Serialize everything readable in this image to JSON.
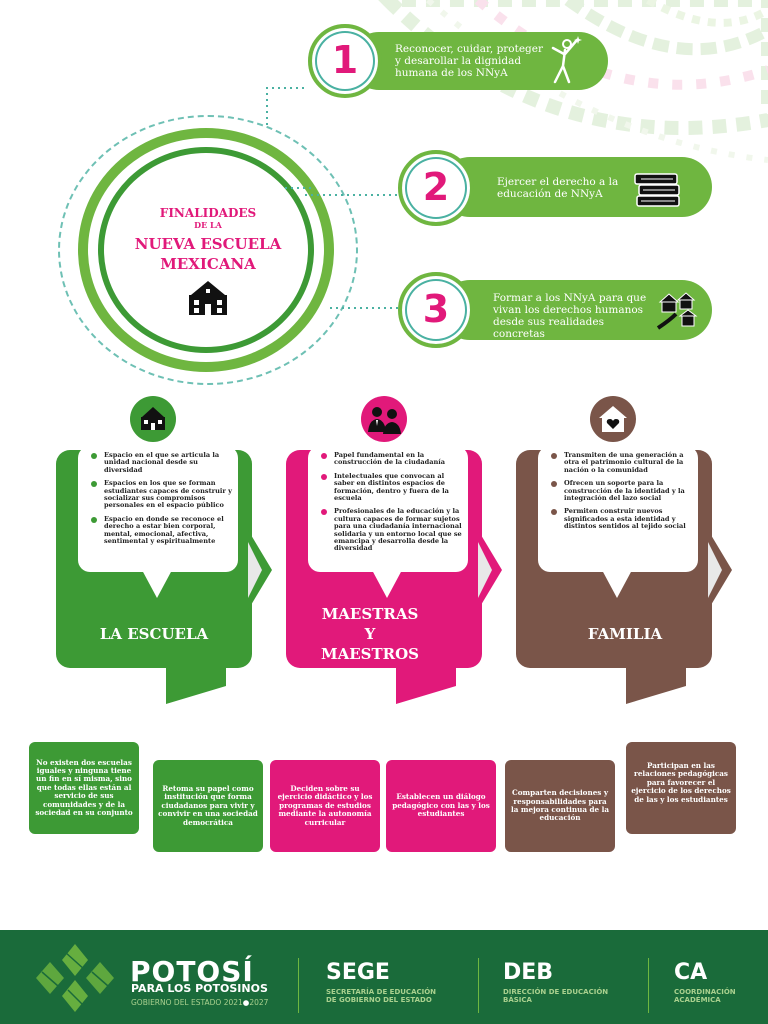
{
  "title": {
    "line1": "FINALIDADES",
    "line2": "DE LA",
    "line3": "NUEVA ESCUELA",
    "line4": "MEXICANA"
  },
  "finalidades": [
    {
      "number": "1",
      "text": "Reconocer, cuidar, proteger y desarollar la dignidad humana de los NNyA",
      "icon": "celebrating-person-icon"
    },
    {
      "number": "2",
      "text": "Ejercer el derecho a la educación de NNyA",
      "icon": "books-stack-icon"
    },
    {
      "number": "3",
      "text": "Formar a los NNyA para que vivan los derechos humanos desde sus realidades concretas",
      "icon": "community-houses-icon"
    }
  ],
  "columns": [
    {
      "title": "LA ESCUELA",
      "color": "#3d9a35",
      "icon": "school-building-icon",
      "items": [
        "Espacio en el que se articula la unidad nacional desde su diversidad",
        "Espacios en los que se forman estudiantes capaces de construir y socializar sus compromisos personales en el espacio público",
        "Espacio en donde se reconoce el derecho a estar bien corporal, mental, emocional, afectiva, sentimental y espiritualmente"
      ]
    },
    {
      "title_line1": "MAESTRAS",
      "title_line2": "Y",
      "title_line3": "MAESTROS",
      "color": "#e1197a",
      "icon": "teachers-icon",
      "items": [
        "Papel fundamental en la construcción de la ciudadanía",
        "Intelectuales que convocan al saber en distintos espacios de formación, dentro y fuera de la escuela",
        "Profesionales de la educación y la cultura capaces de formar sujetos para una ciudadanía internacional solidaria y un entorno local que se emancipa y desarrolla desde la diversidad"
      ]
    },
    {
      "title": "FAMILIA",
      "color": "#7a5549",
      "icon": "house-heart-icon",
      "items": [
        "Transmiten de una generación a otra el patrimonio cultural de la nación o la comunidad",
        "Ofrecen un soporte para la construcción de la identidad y la integración del lazo social",
        "Permiten construir nuevos significados a esta identidad y distintos sentidos al tejido social"
      ]
    }
  ],
  "bottom_boxes": [
    {
      "text": "No existen dos escuelas iguales y ninguna tiene un fin en sí misma, sino que todas ellas están al servicio de sus comunidades y de la sociedad en su conjunto",
      "color": "#3d9a35"
    },
    {
      "text": "Retoma su papel como institución que forma ciudadanos para vivir y convivir en una sociedad democrática",
      "color": "#3d9a35"
    },
    {
      "text": "Deciden sobre su ejercicio didáctico y los programas de estudios mediante la autonomía curricular",
      "color": "#e1197a"
    },
    {
      "text": "Establecen un diálogo pedagógico con las y los estudiantes",
      "color": "#e1197a"
    },
    {
      "text": "Comparten decisiones y responsabilidades para la mejora continua de la educación",
      "color": "#7a5549"
    },
    {
      "text": "Participan en las relaciones pedagógicas para favorecer el ejercicio de los derechos de las y los estudiantes",
      "color": "#7a5549"
    }
  ],
  "footer": {
    "brand": "POTOSÍ",
    "tagline": "PARA LOS POTOSINOS",
    "gobierno": "GOBIERNO DEL ESTADO 2021",
    "gobierno_end": "2027",
    "sege": "SEGE",
    "sege_desc1": "SECRETARÍA DE EDUCACIÓN",
    "sege_desc2": "DE GOBIERNO DEL ESTADO",
    "deb": "DEB",
    "deb_desc1": "DIRECCIÓN DE EDUCACIÓN",
    "deb_desc2": "BÁSICA",
    "ca": "CA",
    "ca_desc1": "COORDINACIÓN",
    "ca_desc2": "ACADÉMICA"
  },
  "colors": {
    "green": "#6fb640",
    "dark_green": "#3d9a35",
    "magenta": "#e1197a",
    "brown": "#7a5549",
    "teal": "#4ab1a2",
    "footer_green": "#1a6b3a"
  }
}
